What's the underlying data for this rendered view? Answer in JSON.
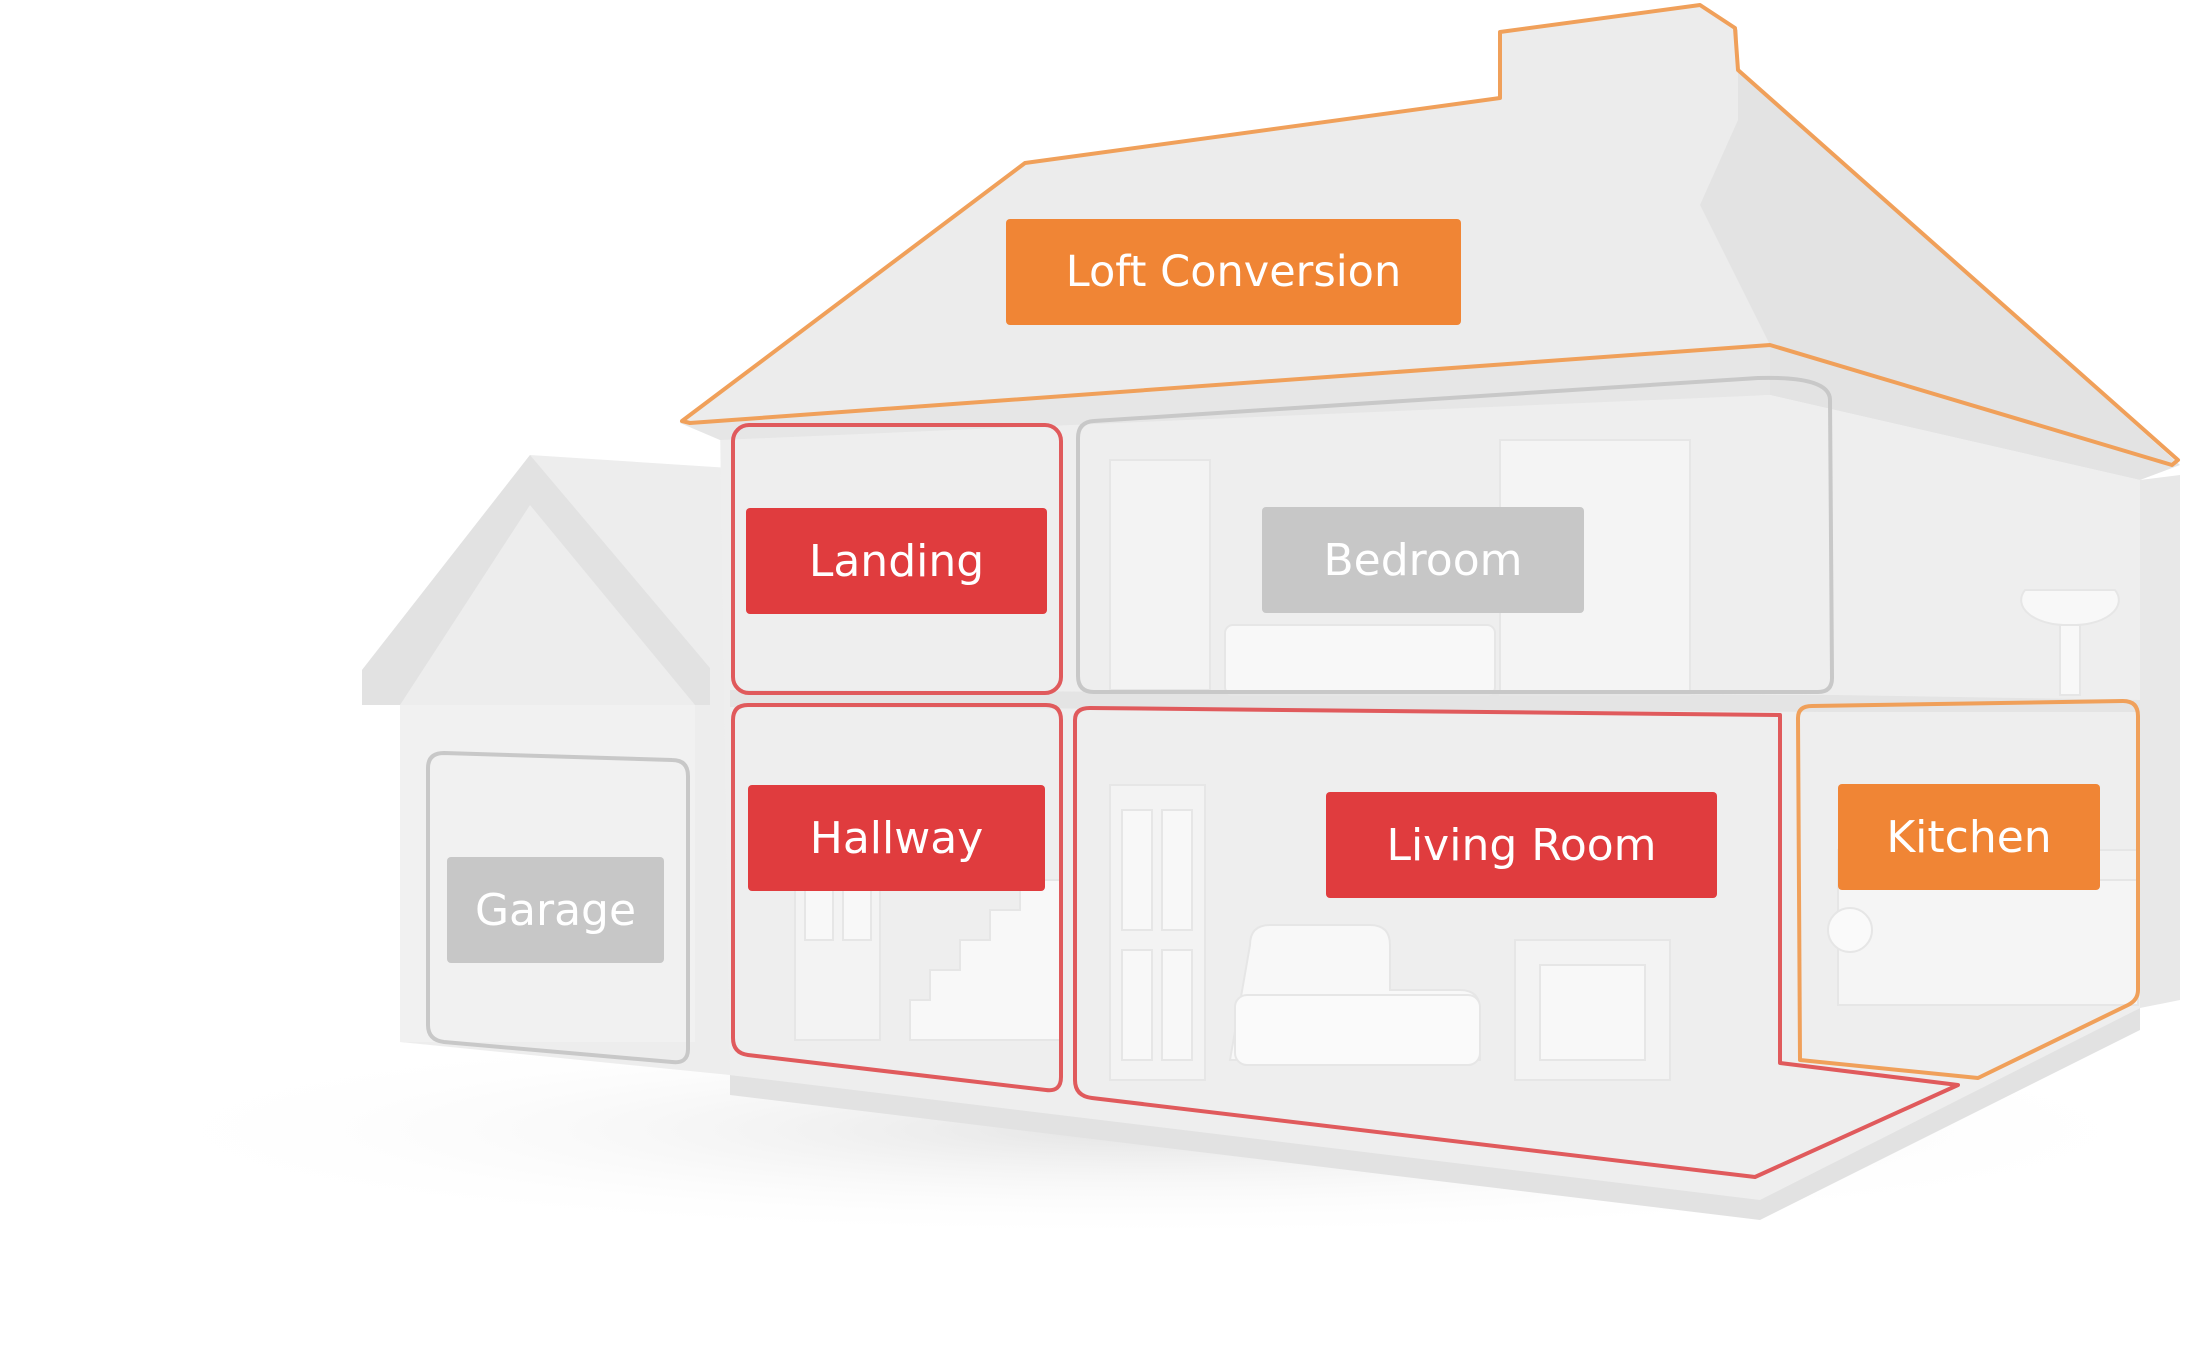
{
  "diagram": {
    "colors": {
      "house_fill": "#efefef",
      "house_fill_dark": "#e4e4e4",
      "furniture": "#f7f7f7",
      "outline_grey": "#c6c6c6",
      "outline_red": "#e05a5c",
      "outline_orange": "#f0a05a",
      "label_grey": "#c7c7c7",
      "label_red": "#e03c3e",
      "label_orange": "#f08535"
    },
    "rooms": {
      "loft": {
        "label": "Loft Conversion",
        "status": "upsell"
      },
      "landing": {
        "label": "Landing",
        "status": "selected"
      },
      "bedroom": {
        "label": "Bedroom",
        "status": "unselected"
      },
      "hallway": {
        "label": "Hallway",
        "status": "selected"
      },
      "living": {
        "label": "Living Room",
        "status": "selected"
      },
      "kitchen": {
        "label": "Kitchen",
        "status": "upsell"
      },
      "garage": {
        "label": "Garage",
        "status": "unselected"
      }
    }
  }
}
